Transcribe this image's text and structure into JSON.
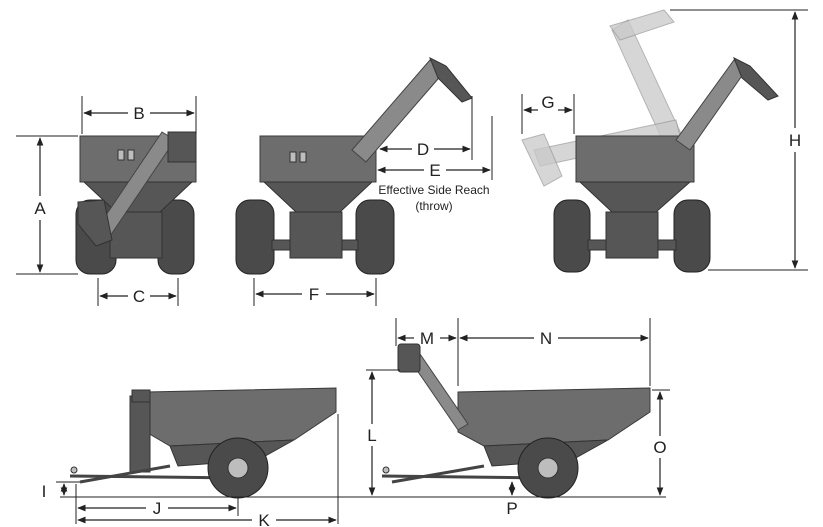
{
  "dimension_labels": {
    "A": "A",
    "B": "B",
    "C": "C",
    "D": "D",
    "E": "E",
    "F": "F",
    "G": "G",
    "H": "H",
    "I": "I",
    "J": "J",
    "K": "K",
    "L": "L",
    "M": "M",
    "N": "N",
    "O": "O",
    "P": "P"
  },
  "notes": {
    "side_reach_line1": "Effective Side Reach",
    "side_reach_line2": "(throw)"
  }
}
